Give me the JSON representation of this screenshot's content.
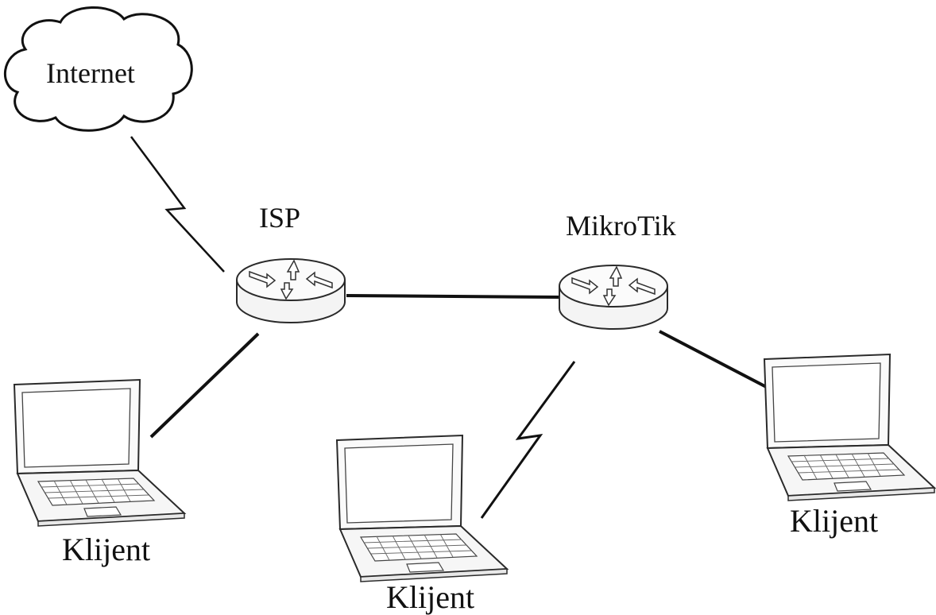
{
  "diagram": {
    "cloud": {
      "label": "Internet"
    },
    "routers": [
      {
        "id": "isp",
        "label": "ISP"
      },
      {
        "id": "mikrotik",
        "label": "MikroTik"
      }
    ],
    "clients": [
      {
        "id": "client-left",
        "label": "Klijent"
      },
      {
        "id": "client-middle",
        "label": "Klijent"
      },
      {
        "id": "client-right",
        "label": "Klijent"
      }
    ],
    "links": [
      {
        "from": "Internet",
        "to": "ISP",
        "kind": "wireless"
      },
      {
        "from": "ISP",
        "to": "MikroTik",
        "kind": "wired"
      },
      {
        "from": "ISP",
        "to": "client-left",
        "kind": "wired"
      },
      {
        "from": "MikroTik",
        "to": "client-middle",
        "kind": "wireless"
      },
      {
        "from": "MikroTik",
        "to": "client-right",
        "kind": "wired"
      }
    ]
  }
}
